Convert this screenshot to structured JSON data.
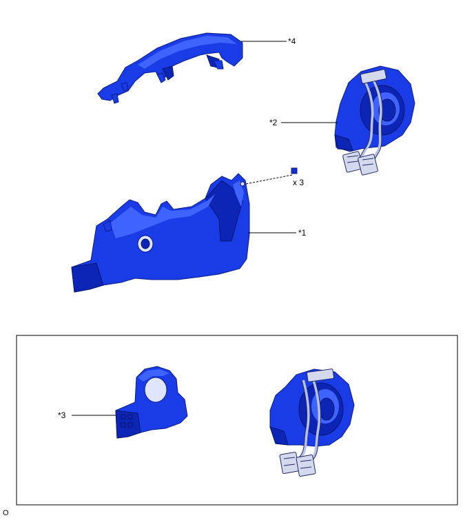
{
  "labels": {
    "part1": "*1",
    "part2": "*2",
    "part3": "*3",
    "part4": "*4",
    "qty": "x 3",
    "figure_code": "O"
  },
  "colors": {
    "part_fill": "#1a3ce6",
    "part_shadow": "#0d25b4",
    "part_highlight": "#3f63ff",
    "cable": "#b9c2e6",
    "leader": "#000000"
  },
  "icons": {
    "part1": "lower-column-cover",
    "part2": "spiral-cable-with-wiring",
    "part3": "steering-sensor",
    "part4": "upper-column-cover",
    "fastener": "screw"
  }
}
